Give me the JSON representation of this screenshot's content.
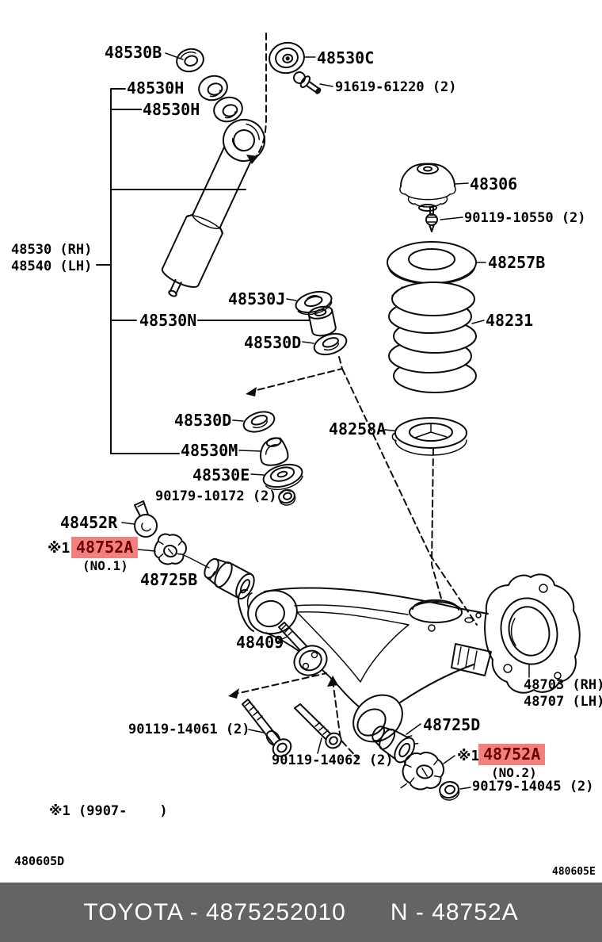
{
  "colors": {
    "line": "#0c0c0c",
    "highlight_bg": "#f28080",
    "highlight_text": "#6f0000",
    "footer_bg": "#646464",
    "footer_text": "#ffffff"
  },
  "labels": {
    "l48530b": "48530B",
    "l48530h_1": "48530H",
    "l48530h_2": "48530H",
    "l48530c": "48530C",
    "l91619_61220": "91619-61220 (2)",
    "l48306": "48306",
    "l90119_10550": "90119-10550 (2)",
    "l48257b": "48257B",
    "l48231": "48231",
    "l48530_rh": "48530 (RH)",
    "l48540_lh": "48540 (LH)",
    "l48530j": "48530J",
    "l48530n": "48530N",
    "l48530d_1": "48530D",
    "l48530d_2": "48530D",
    "l48258a": "48258A",
    "l48530m": "48530M",
    "l48530e": "48530E",
    "l90179_10172": "90179-10172 (2)",
    "l48452r": "48452R",
    "ref_1": "※1",
    "l48752a_1": "48752A",
    "no_1": "(NO.1)",
    "l48725b": "48725B",
    "l48409": "48409",
    "l48703_rh": "48703 (RH)",
    "l48707_lh": "48707 (LH)",
    "l90119_14061": "90119-14061 (2)",
    "l48725d": "48725D",
    "l90119_14062": "90119-14062 (2)",
    "ref_2": "※1",
    "l48752a_2": "48752A",
    "no_2": "(NO.2)",
    "l90179_14045": "90179-14045 (2)"
  },
  "footnote": "※1 (9907-    )",
  "drawing_codes": {
    "bottom_left": "480605D",
    "bottom_right": "480605E"
  },
  "footer": {
    "brand_part": "TOYOTA - 4875252010",
    "part_short": "N - 48752A"
  }
}
